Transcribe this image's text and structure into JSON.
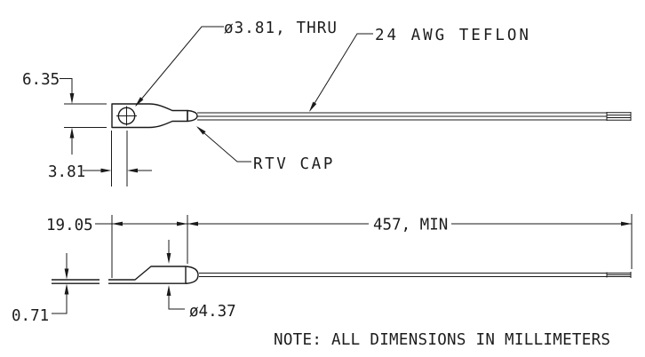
{
  "drawing": {
    "note": "NOTE: ALL DIMENSIONS IN MILLIMETERS",
    "labels": {
      "hole": "ø3.81, THRU",
      "wire": "24 AWG TEFLON",
      "cap": "RTV CAP"
    },
    "dims": {
      "lug_height": "6.35",
      "hole_offset": "3.81",
      "lug_length": "19.05",
      "lead_length": "457, MIN",
      "lug_thickness": "0.71",
      "cap_diameter": "ø4.37"
    },
    "colors": {
      "line": "#1a1a1a",
      "text": "#1c1c1c",
      "background": "#ffffff"
    }
  }
}
